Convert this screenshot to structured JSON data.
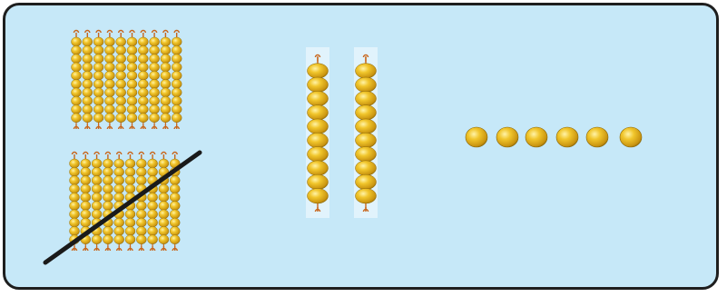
{
  "diagram": {
    "panel_color": "#c6e8f8",
    "border_color": "#1e1e1e",
    "bead_color": "#e2b21c",
    "bead_highlight": "#fff0a0",
    "bead_shadow": "#8a6606",
    "wire_color": "#c8651b",
    "strike_color": "#1a1a1a"
  },
  "hundreds": {
    "count": 2,
    "crossed_out": 1,
    "rods_per_square": 10,
    "beads_per_rod": 10
  },
  "tens": {
    "count": 2,
    "beads_per_bar": 10
  },
  "units": {
    "count": 6
  }
}
